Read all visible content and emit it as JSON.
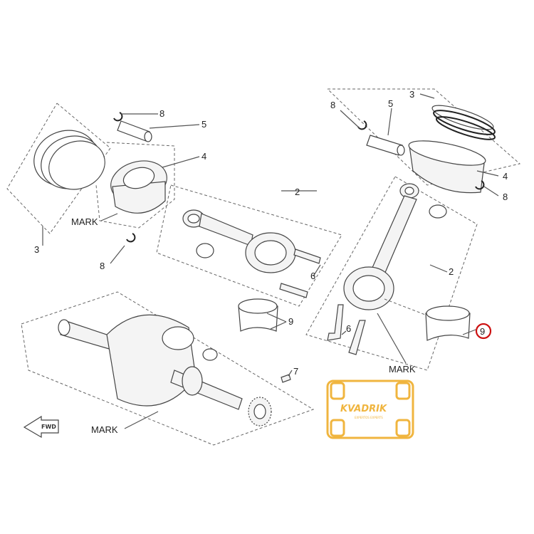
{
  "callouts": {
    "n1": "8",
    "n2": "5",
    "n3": "4",
    "n4": "3",
    "n5": "8",
    "n6": "2",
    "n7": "6",
    "n8": "9",
    "n9": "7",
    "n10": "3",
    "n11": "8",
    "n12": "5",
    "n13": "4",
    "n14": "8",
    "n15": "2",
    "n16": "6",
    "n17": "9"
  },
  "marks": {
    "m1": "MARK",
    "m2": "MARK",
    "m3": "MARK"
  },
  "fwd_label": "FWD",
  "watermark": {
    "brand": "KVADRIK",
    "tagline": "EXPERTOS EXPERTS"
  },
  "colors": {
    "highlight": "#cc1111",
    "watermark": "#f0b53f",
    "line": "#555555"
  }
}
